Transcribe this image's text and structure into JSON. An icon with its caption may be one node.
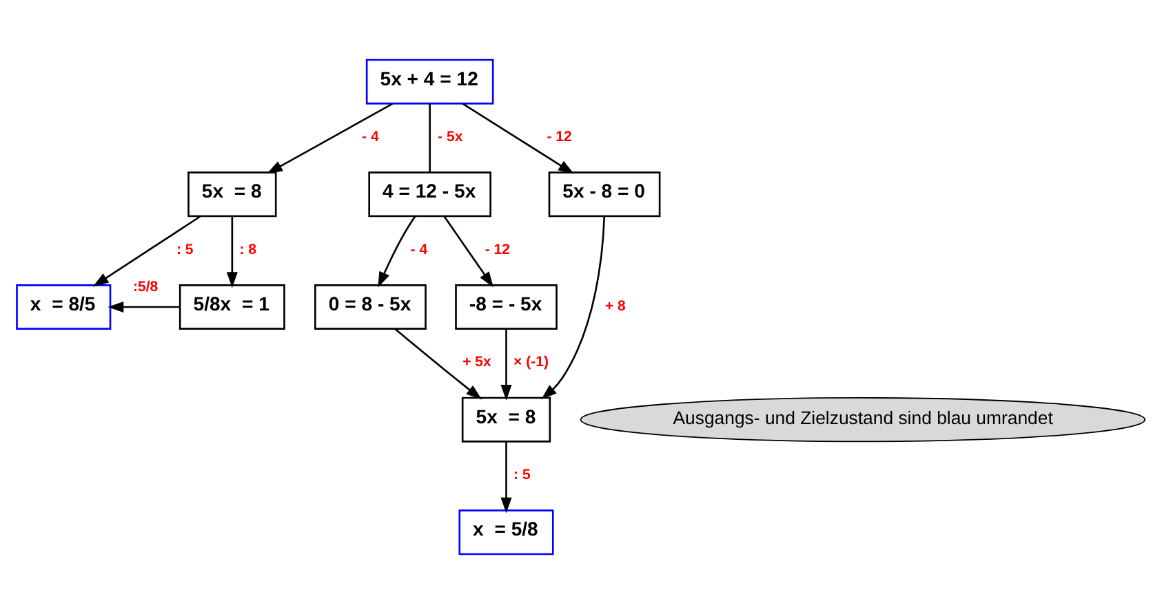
{
  "diagram": {
    "nodes": [
      {
        "text": [
          "5x + 4 = 12"
        ]
      },
      {
        "text": [
          "5x  = 8"
        ]
      },
      {
        "text": [
          "4 = 12 - 5x"
        ]
      },
      {
        "text": [
          "5x - 8 = 0"
        ]
      },
      {
        "text": [
          "x  = 8/5"
        ]
      },
      {
        "text": [
          "5/8x  = 1"
        ]
      },
      {
        "text": [
          "0 = 8 - 5x"
        ]
      },
      {
        "text": [
          "-8 = - 5x"
        ]
      },
      {
        "text": [
          "5x  = 8"
        ]
      },
      {
        "text": [
          "x  = 5/8"
        ]
      },
      {
        "text": [
          "Ausgangs- und Zielzustand sind blau umrandet"
        ]
      }
    ],
    "edges": [
      {
        "from": 0,
        "to": 1,
        "arrow": "to",
        "label": "- 4"
      },
      {
        "from": 0,
        "to": 2,
        "arrow": "none",
        "label": "- 5x"
      },
      {
        "from": 0,
        "to": 3,
        "arrow": "to",
        "label": "- 12"
      },
      {
        "from": 1,
        "to": 4,
        "arrow": "to",
        "label": ": 5"
      },
      {
        "from": 1,
        "to": 5,
        "arrow": "to",
        "label": ": 8"
      },
      {
        "from": 2,
        "to": 6,
        "arrow": "to",
        "label": "- 4"
      },
      {
        "from": 2,
        "to": 7,
        "arrow": "to",
        "label": "- 12"
      },
      {
        "from": 5,
        "to": 4,
        "arrow": "to",
        "label": ":5/8"
      },
      {
        "from": 6,
        "to": 8,
        "arrow": "to",
        "label": "+ 5x"
      },
      {
        "from": 7,
        "to": 8,
        "arrow": "to",
        "label": "× (-1)"
      },
      {
        "from": 3,
        "to": 8,
        "arrow": "to",
        "label": "+ 8"
      },
      {
        "from": 8,
        "to": 9,
        "arrow": "to",
        "label": ": 5"
      }
    ]
  }
}
